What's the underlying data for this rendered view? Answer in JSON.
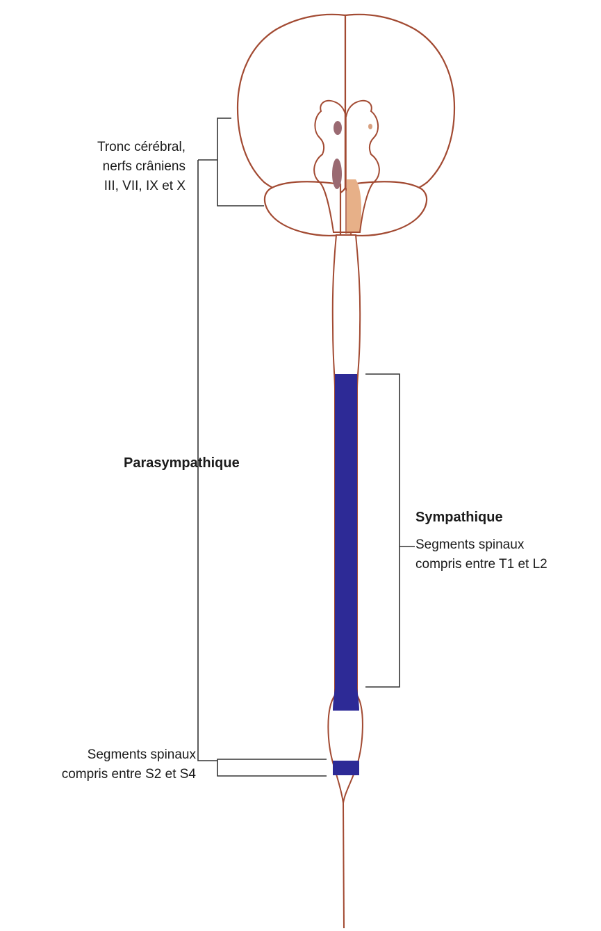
{
  "labels": {
    "brainstem": {
      "line1": "Tronc cérébral,",
      "line2": "nerfs crâniens",
      "line3": "III, VII, IX et X"
    },
    "parasympathetic": "Parasympathique",
    "sympathetic": {
      "title": "Sympathique",
      "line1": "Segments spinaux",
      "line2": "compris entre T1 et L2"
    },
    "sacral": {
      "line1": "Segments spinaux",
      "line2": "compris entre S2 et S4"
    }
  },
  "colors": {
    "outline": "#a24a32",
    "sympathetic_fill": "#2d2a96",
    "brainstem_fill": "#e7b088",
    "nucleus_fill": "#9a6a72",
    "bracket": "#333333"
  }
}
